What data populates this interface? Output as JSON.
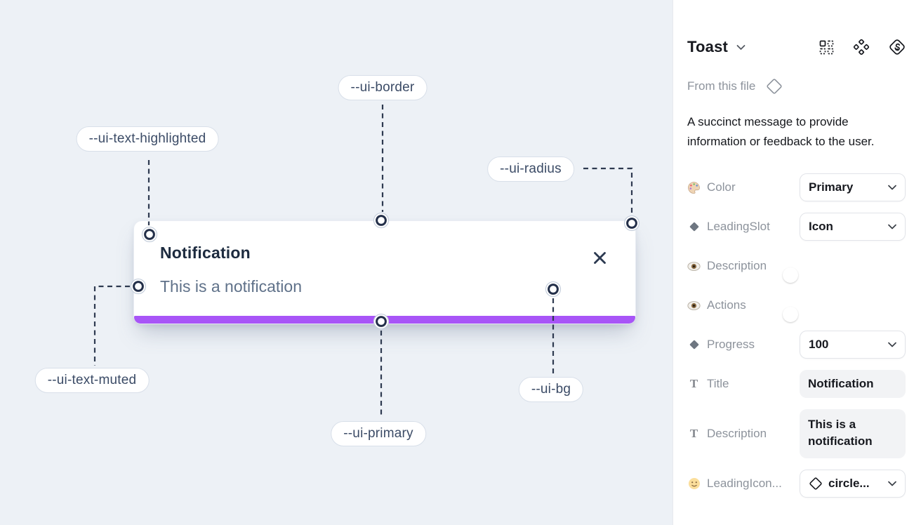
{
  "canvas": {
    "toast": {
      "title": "Notification",
      "description": "This is a notification"
    },
    "labels": [
      {
        "text": "--ui-border"
      },
      {
        "text": "--ui-text-highlighted"
      },
      {
        "text": "--ui-radius"
      },
      {
        "text": "--ui-text-muted"
      },
      {
        "text": "--ui-primary"
      },
      {
        "text": "--ui-bg"
      }
    ],
    "colors": {
      "canvas_bg": "#EDF1F6",
      "primary_bar": "#A855F7",
      "connector": "#2E3A50"
    }
  },
  "panel": {
    "title": "Toast",
    "source_label": "From this file",
    "description": "A succinct message to provide information or feedback to the user.",
    "properties": [
      {
        "label": "Color",
        "icon": "palette-icon",
        "control": "select",
        "value": "Primary"
      },
      {
        "label": "LeadingSlot",
        "icon": "diamond-icon",
        "control": "select",
        "value": "Icon"
      },
      {
        "label": "Description",
        "icon": "eye-icon",
        "control": "toggle",
        "value": "on"
      },
      {
        "label": "Actions",
        "icon": "eye-icon",
        "control": "toggle",
        "value": "on"
      },
      {
        "label": "Progress",
        "icon": "diamond-icon",
        "control": "select",
        "value": "100"
      },
      {
        "label": "Title",
        "icon": "text-icon",
        "control": "input",
        "value": "Notification"
      },
      {
        "label": "Description",
        "icon": "text-icon",
        "control": "input",
        "value": "This is a notification"
      },
      {
        "label": "LeadingIcon...",
        "icon": "smiley-icon",
        "control": "select",
        "value": "circle..."
      }
    ],
    "colors": {
      "toggle_on": "#1EA7FD"
    }
  }
}
